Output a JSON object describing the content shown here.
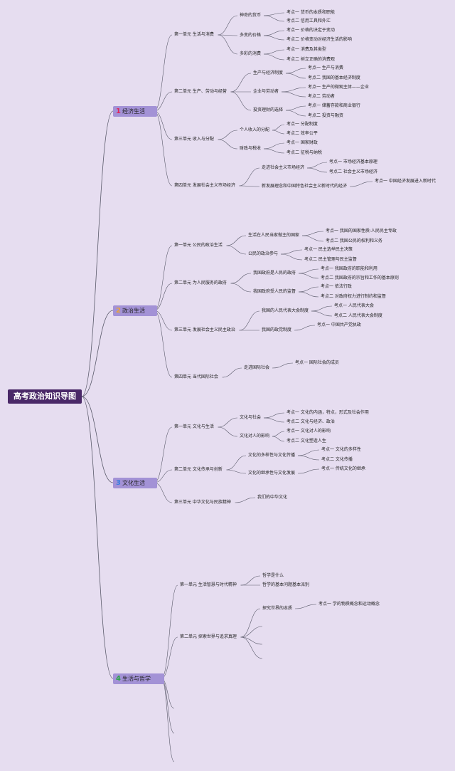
{
  "title": "高考政治知识导图",
  "branches": [
    {
      "num": "1",
      "name": "经济生活",
      "num_color": "#e0245e",
      "units": [
        {
          "label": "第一单元 生活与消费",
          "items": [
            {
              "label": "神奇的货币",
              "points": [
                "考点一 货币的本质和职能",
                "考点二 信用工具和外汇"
              ]
            },
            {
              "label": "多变的价格",
              "points": [
                "考点一 价格的决定于变动",
                "考点二 价格变动对经济生活的影响"
              ]
            },
            {
              "label": "多彩的消费",
              "points": [
                "考点一 消费及其类型",
                "考点二 树立正确的消费观"
              ]
            }
          ]
        },
        {
          "label": "第二单元 生产、劳动与经营",
          "items": [
            {
              "label": "生产与经济制度",
              "points": [
                "考点一 生产与消费",
                "考点二 我国的基本经济制度"
              ]
            },
            {
              "label": "企业与劳动者",
              "points": [
                "考点一 生产的微观主体——企业",
                "考点二 劳动者"
              ]
            },
            {
              "label": "投资理财的选择",
              "points": [
                "考点一 储蓄存款和商业银行",
                "考点二 投资与融资"
              ]
            }
          ]
        },
        {
          "label": "第三单元 收入与分配",
          "items": [
            {
              "label": "个人收入的分配",
              "points": [
                "考点一 分配制度",
                "考点二 效率公平"
              ]
            },
            {
              "label": "财政与税收",
              "points": [
                "考点一 国家财政",
                "考点二 征税与纳税"
              ]
            }
          ]
        },
        {
          "label": "第四单元 发展社会主义市场经济",
          "items": [
            {
              "label": "走进社会主义市场经济",
              "points": [
                "考点一 市场经济基本原理",
                "考点二 社会主义市场经济"
              ]
            },
            {
              "label": "新发展理念和中国特色社会主义新时代的经济",
              "points": [
                "考点一 中国经济发展进入新时代"
              ]
            }
          ]
        }
      ]
    },
    {
      "num": "2",
      "name": "政治生活",
      "num_color": "#e8a33c",
      "units": [
        {
          "label": "第一单元 公民的政治生活",
          "items": [
            {
              "label": "生活在人民当家做主的国家",
              "points": [
                "考点一 我国的国家性质:人民民主专政",
                "考点二 我国公民的权利和义务"
              ]
            },
            {
              "label": "公民的政治参与",
              "points": [
                "考点一 民主选举民主决策",
                "考点二 民主管理与民主监督"
              ]
            }
          ]
        },
        {
          "label": "第二单元 为人民服务的政府",
          "items": [
            {
              "label": "我国政府是人民的政府",
              "points": [
                "考点一 我国政府的职能和利用",
                "考点二 我国政府的宗旨和工作的基本原则"
              ]
            },
            {
              "label": "我国政府受人民的监督",
              "points": [
                "考点一 依法行政",
                "考点二 对政府权力进行制约和监督"
              ]
            }
          ]
        },
        {
          "label": "第三单元 发展社会主义民主政治",
          "items": [
            {
              "label": "我国的人民代表大会制度",
              "points": [
                "考点一 人民代表大会",
                "考点二 人民代表大会制度"
              ]
            },
            {
              "label": "我国的政党制度",
              "points": [
                "考点一 中国共产党执政"
              ]
            }
          ]
        },
        {
          "label": "第四单元 当代国际社会",
          "items": [
            {
              "label": "走进国际社会",
              "points": [
                "考点一 国际社会的成员"
              ]
            }
          ]
        }
      ]
    },
    {
      "num": "3",
      "name": "文化生活",
      "num_color": "#3a7fe0",
      "units": [
        {
          "label": "第一单元 文化与生活",
          "items": [
            {
              "label": "文化与社会",
              "points": [
                "考点一 文化的内涵，特点，形式及社会作用",
                "考点二 文化与经济、政治"
              ]
            },
            {
              "label": "文化对人的影响",
              "points": [
                "考点一 文化对人的影响",
                "考点二 文化塑造人生"
              ]
            }
          ]
        },
        {
          "label": "第二单元 文化传承与创新",
          "items": [
            {
              "label": "文化的多样性与文化传播",
              "points": [
                "考点一 文化的多样性",
                "考点二 文化传播"
              ]
            },
            {
              "label": "文化的继承性与文化发展",
              "points": [
                "考点一 传统文化的继承"
              ]
            }
          ]
        },
        {
          "label": "第三单元 中华文化与民族精神",
          "items": [
            {
              "label": "我们的中华文化",
              "points": []
            }
          ]
        }
      ]
    },
    {
      "num": "4",
      "name": "生活与哲学",
      "num_color": "#2aa745",
      "units": [
        {
          "label": "第一单元 生活智慧与时代精神",
          "items": [
            {
              "label": "哲学是什么",
              "points": []
            },
            {
              "label": "哲学的基本问题基本派别",
              "points": []
            }
          ]
        },
        {
          "label": "第二单元 探索世界与追求真理",
          "items": [
            {
              "label": "探究世界的本质",
              "points": [
                "考点一 学的物质概念和运动概念"
              ]
            }
          ]
        }
      ]
    }
  ]
}
